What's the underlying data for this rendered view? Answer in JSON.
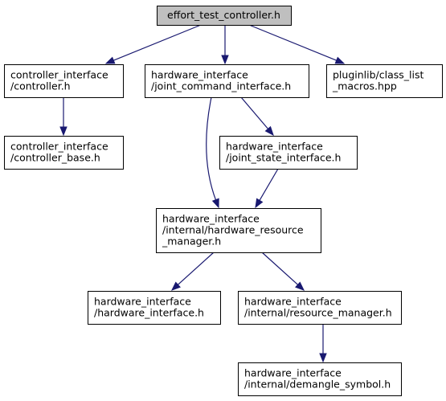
{
  "diagram": {
    "colors": {
      "root_fill": "#bfbfbf",
      "node_fill": "#ffffff",
      "node_border": "#000000",
      "edge": "#191970"
    },
    "nodes": [
      {
        "id": "effort_test_controller",
        "lines": [
          "effort_test_controller.h"
        ],
        "root": true
      },
      {
        "id": "controller",
        "lines": [
          "controller_interface",
          "/controller.h"
        ]
      },
      {
        "id": "joint_command_interface",
        "lines": [
          "hardware_interface",
          "/joint_command_interface.h"
        ]
      },
      {
        "id": "class_list_macros",
        "lines": [
          "pluginlib/class_list",
          "_macros.hpp"
        ]
      },
      {
        "id": "controller_base",
        "lines": [
          "controller_interface",
          "/controller_base.h"
        ]
      },
      {
        "id": "joint_state_interface",
        "lines": [
          "hardware_interface",
          "/joint_state_interface.h"
        ]
      },
      {
        "id": "hardware_resource_manager",
        "lines": [
          "hardware_interface",
          "/internal/hardware_resource",
          "_manager.h"
        ]
      },
      {
        "id": "hardware_interface_h",
        "lines": [
          "hardware_interface",
          "/hardware_interface.h"
        ]
      },
      {
        "id": "resource_manager",
        "lines": [
          "hardware_interface",
          "/internal/resource_manager.h"
        ]
      },
      {
        "id": "demangle_symbol",
        "lines": [
          "hardware_interface",
          "/internal/demangle_symbol.h"
        ]
      }
    ],
    "edges": [
      {
        "from": "effort_test_controller",
        "to": "controller"
      },
      {
        "from": "effort_test_controller",
        "to": "joint_command_interface"
      },
      {
        "from": "effort_test_controller",
        "to": "class_list_macros"
      },
      {
        "from": "controller",
        "to": "controller_base"
      },
      {
        "from": "joint_command_interface",
        "to": "joint_state_interface"
      },
      {
        "from": "joint_command_interface",
        "to": "hardware_resource_manager"
      },
      {
        "from": "joint_state_interface",
        "to": "hardware_resource_manager"
      },
      {
        "from": "hardware_resource_manager",
        "to": "hardware_interface_h"
      },
      {
        "from": "hardware_resource_manager",
        "to": "resource_manager"
      },
      {
        "from": "resource_manager",
        "to": "demangle_symbol"
      }
    ]
  }
}
